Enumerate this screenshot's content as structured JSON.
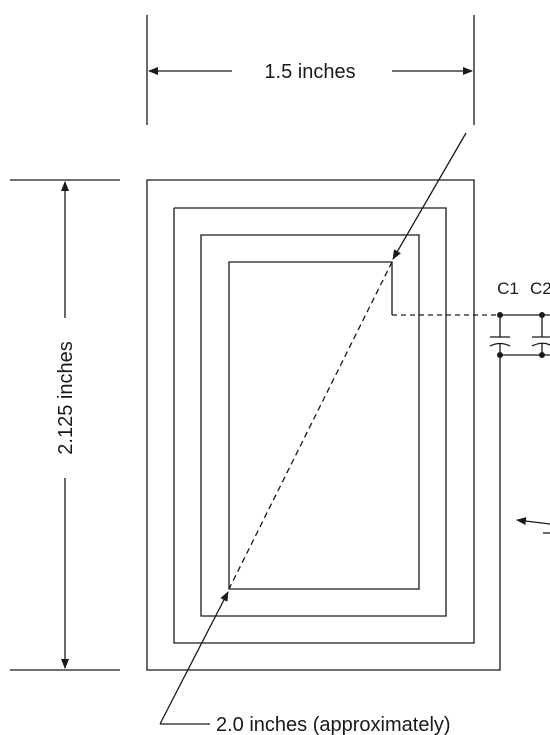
{
  "diagram": {
    "width_label": "1.5 inches",
    "height_label": "2.125 inches",
    "diagonal_label": "2.0 inches (approximately)",
    "capacitor_labels": [
      "C1",
      "C2"
    ],
    "line_color": "#1a1a1a"
  }
}
